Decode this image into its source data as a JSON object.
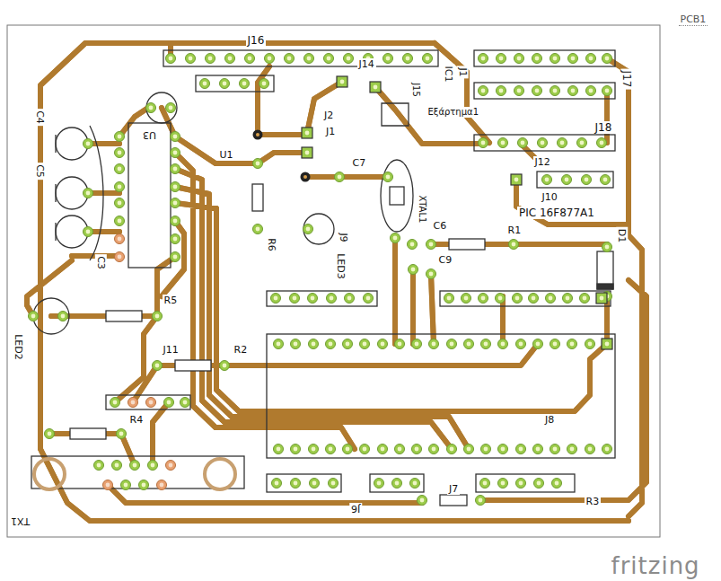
{
  "diagram": {
    "labels": [
      "PCB1",
      "J16",
      "J14",
      "IC1",
      "J1",
      "Εξάρτημα1",
      "J17",
      "J2",
      "J1",
      "J15",
      "C4",
      "U3",
      "U1",
      "J18",
      "C5",
      "C7",
      "J12",
      "R6",
      "J9",
      "PIC 16F877A1",
      "J10",
      "R1",
      "D1",
      "C3",
      "XTAL1",
      "C6",
      "C9",
      "LED3",
      "R5",
      "LED2",
      "J11",
      "R2",
      "R4",
      "J8",
      "TX1",
      "J6",
      "J7",
      "R3",
      "fritzing"
    ]
  }
}
